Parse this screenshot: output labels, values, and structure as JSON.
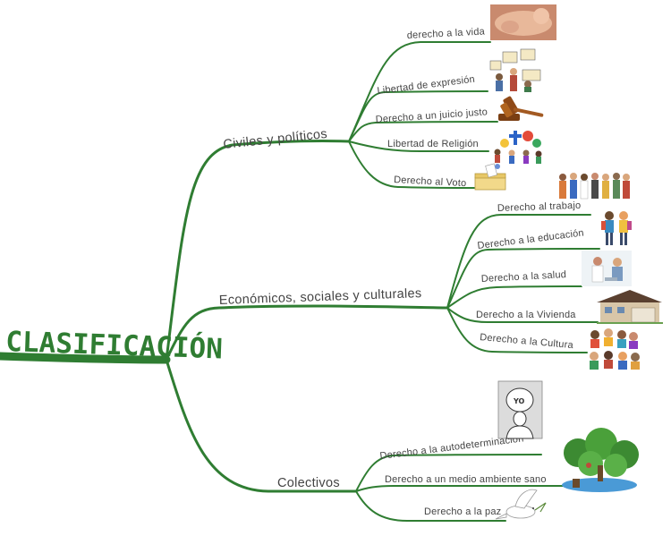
{
  "root": {
    "label": "CLASIFICACIÓN"
  },
  "categories": [
    {
      "label": "Civiles y políticos",
      "items": [
        {
          "label": "derecho a la vida",
          "icon": "baby-icon"
        },
        {
          "label": "Libertad de expresión",
          "icon": "protest-signs-icon"
        },
        {
          "label": "Derecho a un juicio justo",
          "icon": "gavel-icon"
        },
        {
          "label": "Libertad de Religión",
          "icon": "religion-symbols-icon"
        },
        {
          "label": "Derecho al Voto",
          "icon": "ballot-box-icon"
        }
      ]
    },
    {
      "label": "Económicos, sociales y culturales",
      "items": [
        {
          "label": "Derecho al trabajo",
          "icon": "workers-icon"
        },
        {
          "label": "Derecho a la educación",
          "icon": "students-icon"
        },
        {
          "label": "Derecho a la salud",
          "icon": "doctor-icon"
        },
        {
          "label": "Derecho a la Vivienda",
          "icon": "house-icon"
        },
        {
          "label": "Derecho a la Cultura",
          "icon": "culture-people-icon"
        }
      ]
    },
    {
      "label": "Colectivos",
      "items": [
        {
          "label": "Derecho a la autodeterminación",
          "icon": "person-yo-icon",
          "icon_text": "YO"
        },
        {
          "label": "Derecho a un medio ambiente sano",
          "icon": "nature-icon"
        },
        {
          "label": "Derecho a la paz",
          "icon": "dove-icon"
        }
      ]
    }
  ],
  "colors": {
    "branch": "#2f7d32",
    "text": "#444444"
  }
}
